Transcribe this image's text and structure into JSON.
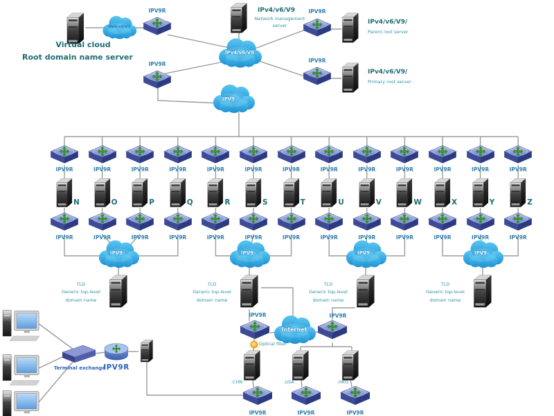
{
  "labels": {
    "router": "IPV9R",
    "ipv4v6v9": "IPv4/v6/V9",
    "ipv9": "IPV9",
    "internet": "Internet"
  },
  "top_left": {
    "title": "Virtual cloud",
    "subtitle": "Root domain name server"
  },
  "network_management": {
    "title": "IPv4/v6/V9",
    "line1": "Network management",
    "line2": "server"
  },
  "parent_root": {
    "title": "IPv4/v6/V9/",
    "subtitle": "Parent root server"
  },
  "primary_root": {
    "title": "IPv4/v6/V9/",
    "subtitle": "Primary root server"
  },
  "columns": [
    {
      "letter": "N"
    },
    {
      "letter": "O"
    },
    {
      "letter": "P"
    },
    {
      "letter": "Q"
    },
    {
      "letter": "R"
    },
    {
      "letter": "S"
    },
    {
      "letter": "T"
    },
    {
      "letter": "U"
    },
    {
      "letter": "V"
    },
    {
      "letter": "W"
    },
    {
      "letter": "X"
    },
    {
      "letter": "Y"
    },
    {
      "letter": "Z"
    }
  ],
  "tld": {
    "line1": "TLD",
    "line2": "Generic top-level",
    "line3": "domain name"
  },
  "bottom": {
    "terminal_exchange": "Terminal exchange",
    "optical_fiber": "Optical fiber",
    "chn": ".CHN",
    "usa": ".USA",
    "hkg": ".HKG"
  },
  "colors": {
    "cloud_blue": "#2aa6e0",
    "teal_heading": "#1d6d73",
    "teal_small": "#2f93a3",
    "router_label_blue": "#2e7fae",
    "bottom_blue": "#2d63b8",
    "line_grey": "#9b9b9b"
  }
}
